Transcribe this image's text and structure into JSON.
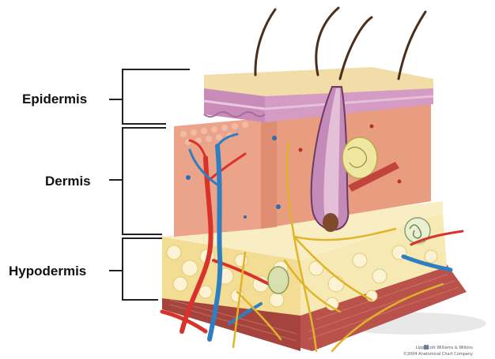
{
  "labels": {
    "epidermis": "Epidermis",
    "dermis": "Dermis",
    "hypodermis": "Hypodermis"
  },
  "credit": {
    "line1": "Lippincott Williams & Wilkins",
    "line2": "©2004 Anatomical Chart Company"
  },
  "colors": {
    "epidermis_top": "#f2dca8",
    "epidermis_pink": "#c98bb8",
    "dermis": "#e79a7d",
    "dermis_dark": "#c96d56",
    "hypodermis_fat": "#f6e8b0",
    "muscle": "#b9524a",
    "artery": "#d9322b",
    "vein": "#2e7fc1",
    "nerve": "#e0b42a",
    "hair": "#4a2f1c"
  }
}
